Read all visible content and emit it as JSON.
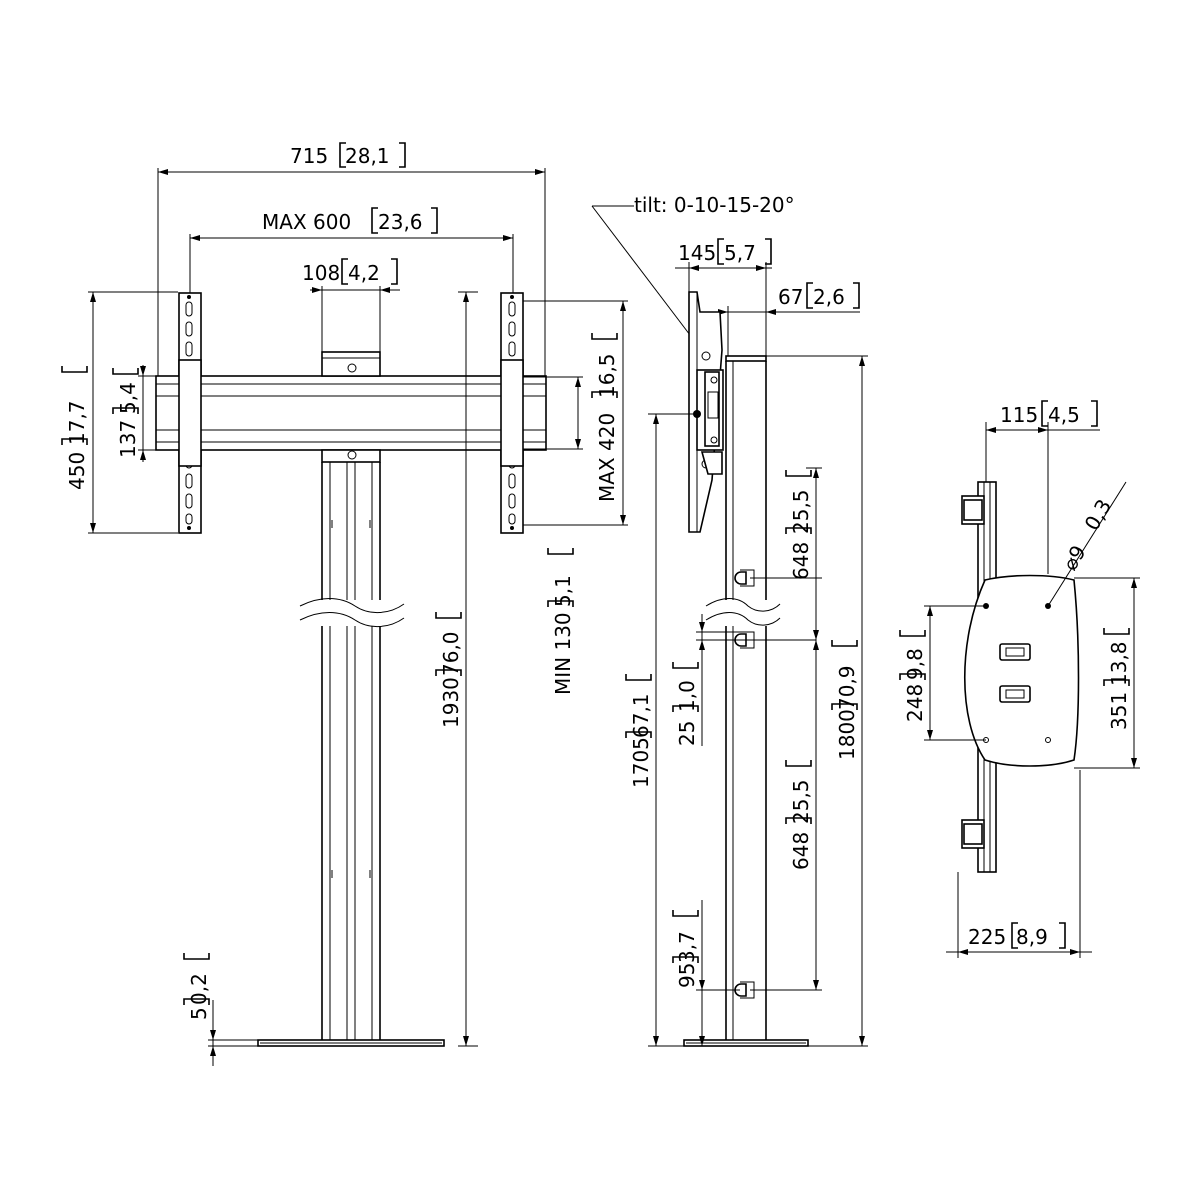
{
  "front_view": {
    "overall_width": "715",
    "overall_width_in": "28,1",
    "max_width": "MAX 600",
    "max_width_in": "23,6",
    "center_width": "108",
    "center_width_in": "4,2",
    "height": "450",
    "height_in": "17,7",
    "rail_height": "137",
    "rail_height_in": "5,4",
    "max_height": "MAX 420",
    "max_height_in": "16,5",
    "min_height": "MIN 130",
    "min_height_in": "5,1",
    "total_height": "1930",
    "total_height_in": "76,0",
    "base_thickness": "5",
    "base_thickness_in": "0,2"
  },
  "side_view": {
    "tilt": "tilt: 0-10-15-20°",
    "depth": "145",
    "depth_in": "5,7",
    "offset": "67",
    "offset_in": "2,6",
    "upper_hole_spacing": "648",
    "upper_hole_spacing_in": "25,5",
    "gap": "25",
    "gap_in": "1,0",
    "lower_hole_spacing": "648",
    "lower_hole_spacing_in": "25,5",
    "center_height": "1705",
    "center_height_in": "67,1",
    "column_height": "1800",
    "column_height_in": "70,9",
    "bottom_hole": "95",
    "bottom_hole_in": "3,7"
  },
  "plate_view": {
    "hole_spacing": "115",
    "hole_spacing_in": "4,5",
    "hole_diameter": "⌀9",
    "hole_diameter_in": "0,3",
    "plate_hole_height": "248",
    "plate_hole_height_in": "9,8",
    "plate_height": "351",
    "plate_height_in": "13,8",
    "plate_width": "225",
    "plate_width_in": "8,9"
  }
}
